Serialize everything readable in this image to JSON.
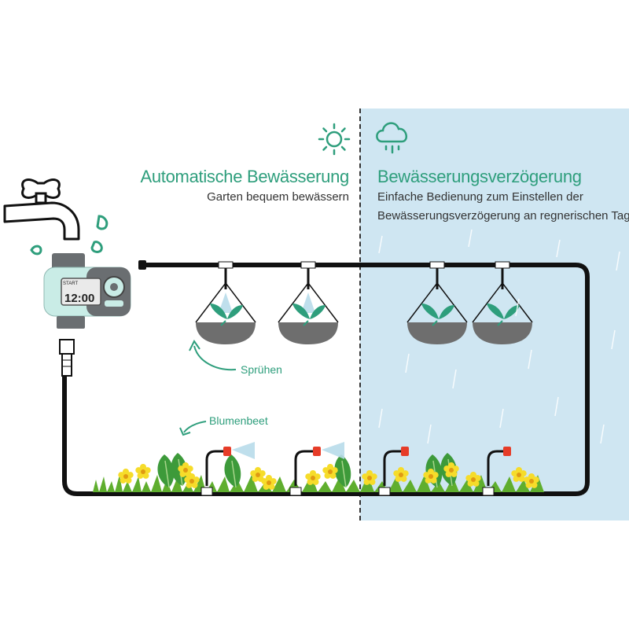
{
  "colors": {
    "accent": "#2e9e7c",
    "text": "#333333",
    "rain_zone": "#cfe6f2",
    "divider": "#333333",
    "hose": "#111111",
    "pot": "#6e6e6e",
    "timer_body": "#c9ece6",
    "timer_grey": "#6a6e71",
    "valve_red": "#e63c28",
    "flower": "#f6dc2a",
    "grass": "#5fae2e"
  },
  "icons": {
    "sun": "sun-icon",
    "cloud_rain": "rain-cloud-icon",
    "faucet": "faucet-icon",
    "water_drop": "water-drop-icon",
    "leaf": "leaf-icon",
    "arrow": "curved-arrow-icon"
  },
  "left_section": {
    "title": "Automatische Bewässerung",
    "subtitle": "Garten bequem bewässern"
  },
  "right_section": {
    "title": "Bewässerungsverzögerung",
    "subtitle_line1": "Einfache Bedienung zum Einstellen der",
    "subtitle_line2": "Bewässerungsverzögerung an regnerischen Tagen"
  },
  "labels": {
    "spray": "Sprühen",
    "flowerbed": "Blumenbeet"
  },
  "timer": {
    "display_time": "12:00",
    "start_label": "START"
  }
}
